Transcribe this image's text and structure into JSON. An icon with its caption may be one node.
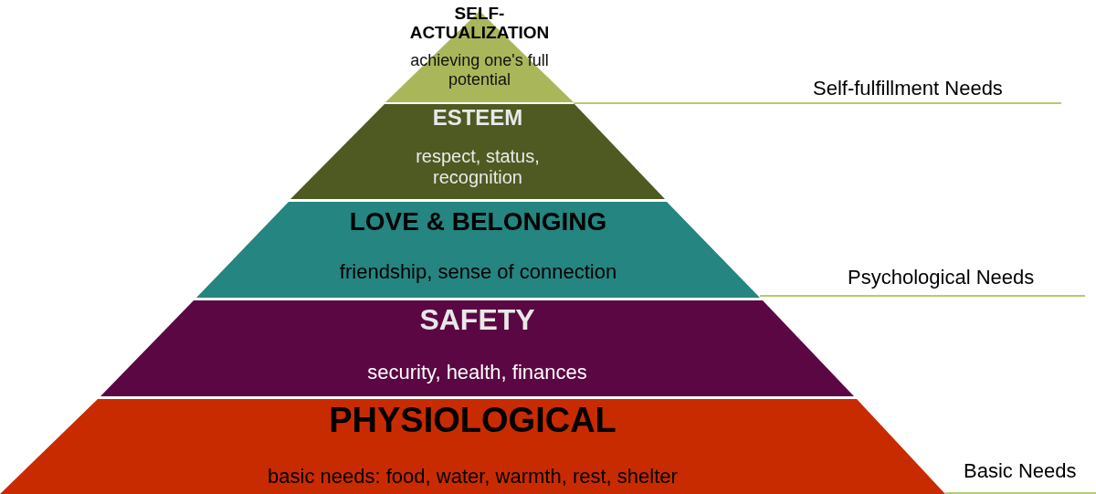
{
  "diagram": {
    "nodes": [
      {
        "text": [
          "SELF-ACTUALIZATION",
          "achieving one's full potential"
        ]
      },
      {
        "text": [
          "ESTEEM",
          "respect, status, recognition"
        ]
      },
      {
        "text": [
          "LOVE & BELONGING",
          "friendship, sense of connection"
        ]
      },
      {
        "text": [
          "SAFETY",
          "security, health, finances"
        ]
      },
      {
        "text": [
          "PHYSIOLOGICAL",
          "basic needs: food, water, warmth, rest, shelter"
        ]
      }
    ],
    "edges": [],
    "labels": [
      "Self-fulfillment Needs",
      "Psychological Needs",
      "Basic Needs"
    ]
  }
}
